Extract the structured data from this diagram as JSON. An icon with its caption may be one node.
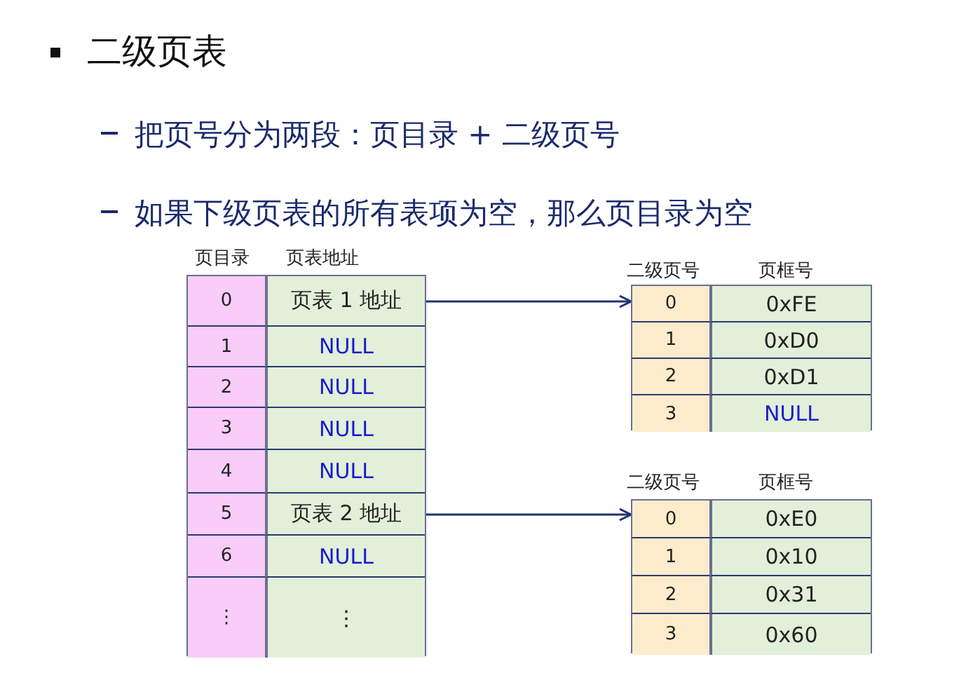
{
  "diagram": {
    "title": "二级页表",
    "nodes": [
      {
        "text": [
          "页目录",
          "页表地址"
        ]
      },
      {
        "text": [
          "0"
        ],
        "in": 0
      },
      {
        "text": [
          "页表 1 地址"
        ],
        "in": 0
      },
      {
        "text": [
          "1"
        ],
        "in": 0
      },
      {
        "text": [
          "NULL"
        ],
        "in": 0
      },
      {
        "text": [
          "2"
        ],
        "in": 0
      },
      {
        "text": [
          "NULL"
        ],
        "in": 0
      },
      {
        "text": [
          "3"
        ],
        "in": 0
      },
      {
        "text": [
          "NULL"
        ],
        "in": 0
      },
      {
        "text": [
          "4"
        ],
        "in": 0
      },
      {
        "text": [
          "NULL"
        ],
        "in": 0
      },
      {
        "text": [
          "5"
        ],
        "in": 0
      },
      {
        "text": [
          "页表 2 地址"
        ],
        "in": 0
      },
      {
        "text": [
          "6"
        ],
        "in": 0
      },
      {
        "text": [
          "NULL"
        ],
        "in": 0
      },
      {
        "text": [
          "⋮"
        ],
        "in": 0
      },
      {
        "text": [
          "⋮"
        ],
        "in": 0
      },
      {
        "text": [
          "二级页号",
          "页框号"
        ]
      },
      {
        "text": [
          "0"
        ],
        "in": 17
      },
      {
        "text": [
          "0xFE"
        ],
        "in": 17
      },
      {
        "text": [
          "1"
        ],
        "in": 17
      },
      {
        "text": [
          "0xD0"
        ],
        "in": 17
      },
      {
        "text": [
          "2"
        ],
        "in": 17
      },
      {
        "text": [
          "0xD1"
        ],
        "in": 17
      },
      {
        "text": [
          "3"
        ],
        "in": 17
      },
      {
        "text": [
          "NULL"
        ],
        "in": 17
      },
      {
        "text": [
          "二级页号",
          "页框号"
        ]
      },
      {
        "text": [
          "0"
        ],
        "in": 26
      },
      {
        "text": [
          "0xE0"
        ],
        "in": 26
      },
      {
        "text": [
          "1"
        ],
        "in": 26
      },
      {
        "text": [
          "0x10"
        ],
        "in": 26
      },
      {
        "text": [
          "2"
        ],
        "in": 26
      },
      {
        "text": [
          "0x31"
        ],
        "in": 26
      },
      {
        "text": [
          "3"
        ],
        "in": 26
      },
      {
        "text": [
          "0x60"
        ],
        "in": 26
      }
    ],
    "edges": [
      {
        "from": 2,
        "to": 18,
        "arrow": "to"
      },
      {
        "from": 12,
        "to": 27,
        "arrow": "to"
      }
    ],
    "labels": [
      "把页号分为两段：页目录 + 二级页号",
      "如果下级页表的所有表项为空，那么页目录为空"
    ]
  }
}
